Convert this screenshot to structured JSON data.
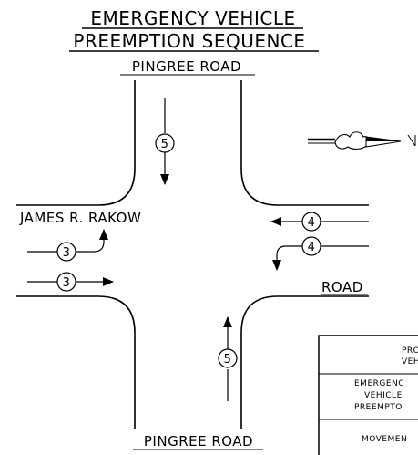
{
  "title": {
    "line1": "EMERGENCY VEHICLE",
    "line2": "PREEMPTION SEQUENCE"
  },
  "roads": {
    "north_label": "PINGREE ROAD",
    "south_label": "PINGREE ROAD",
    "west_label": "JAMES R. RAKOW",
    "east_label": "ROAD"
  },
  "movements": {
    "southbound": "5",
    "northbound": "5",
    "eastbound_left": "3",
    "eastbound_through": "3",
    "westbound_through": "4",
    "westbound_left": "4"
  },
  "table": {
    "row1": [
      "PRO",
      "VEH"
    ],
    "row2": [
      "EMERGENC",
      "VEHICLE",
      "PREEMPTO"
    ],
    "row3": [
      "MOVEMEN"
    ]
  },
  "colors": {
    "line": "#000000",
    "background": "#ffffff"
  }
}
